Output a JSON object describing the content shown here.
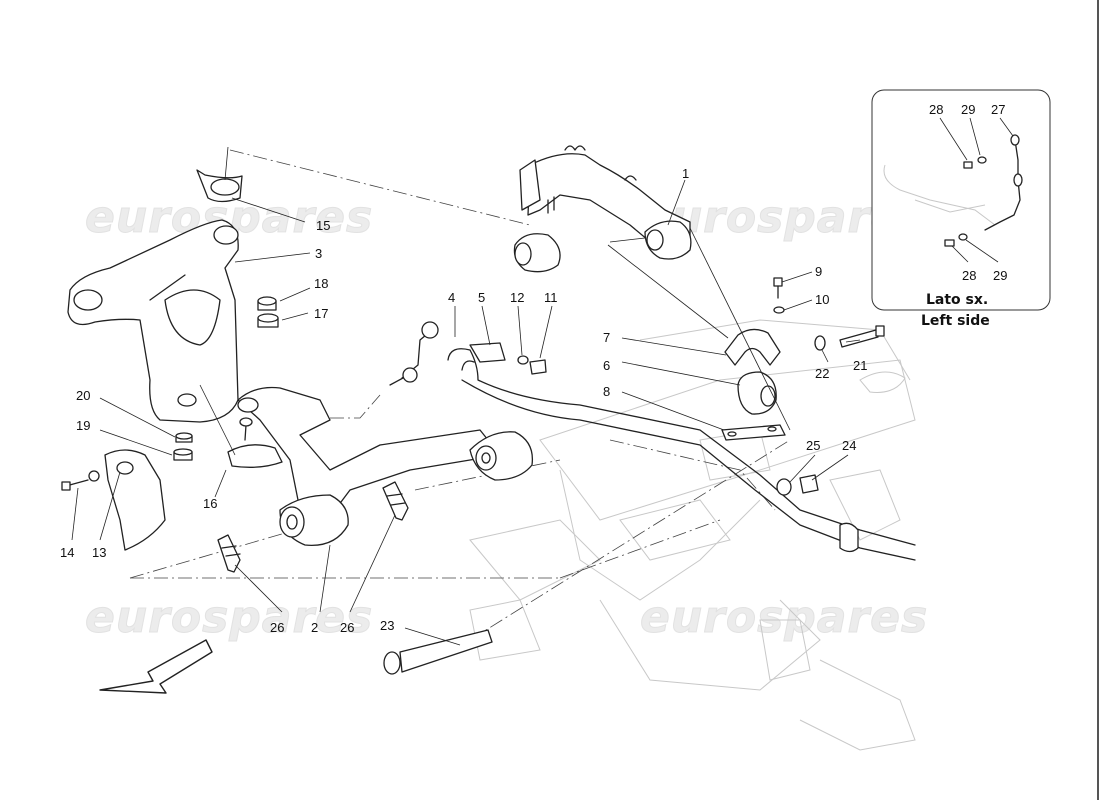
{
  "watermark": "eurospares",
  "inset": {
    "line1": "Lato sx.",
    "line2": "Left side",
    "callouts": [
      "28",
      "29",
      "27",
      "28",
      "29"
    ]
  },
  "callouts": [
    {
      "id": "1",
      "label": "1"
    },
    {
      "id": "2",
      "label": "2"
    },
    {
      "id": "3",
      "label": "3"
    },
    {
      "id": "4",
      "label": "4"
    },
    {
      "id": "5",
      "label": "5"
    },
    {
      "id": "6",
      "label": "6"
    },
    {
      "id": "7",
      "label": "7"
    },
    {
      "id": "8",
      "label": "8"
    },
    {
      "id": "9",
      "label": "9"
    },
    {
      "id": "10",
      "label": "10"
    },
    {
      "id": "11",
      "label": "11"
    },
    {
      "id": "12",
      "label": "12"
    },
    {
      "id": "13",
      "label": "13"
    },
    {
      "id": "14",
      "label": "14"
    },
    {
      "id": "15",
      "label": "15"
    },
    {
      "id": "16",
      "label": "16"
    },
    {
      "id": "17",
      "label": "17"
    },
    {
      "id": "18",
      "label": "18"
    },
    {
      "id": "19",
      "label": "19"
    },
    {
      "id": "20",
      "label": "20"
    },
    {
      "id": "21",
      "label": "21"
    },
    {
      "id": "22",
      "label": "22"
    },
    {
      "id": "23",
      "label": "23"
    },
    {
      "id": "24",
      "label": "24"
    },
    {
      "id": "25",
      "label": "25"
    },
    {
      "id": "26a",
      "label": "26"
    },
    {
      "id": "26b",
      "label": "26"
    }
  ],
  "direction_arrow": "arrow-front-left-icon"
}
